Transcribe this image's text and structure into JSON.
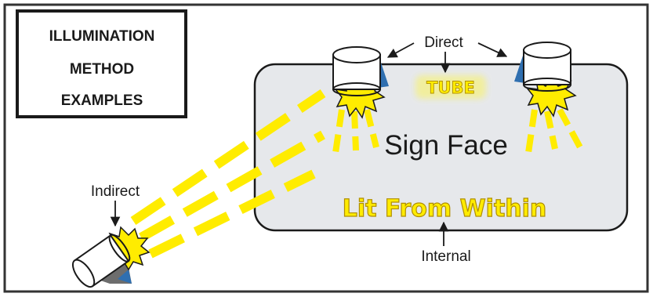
{
  "title": {
    "lines": [
      "ILLUMINATION",
      "METHOD",
      "EXAMPLES"
    ]
  },
  "labels": {
    "direct": "Direct",
    "tube": "TUBE",
    "sign_face": "Sign Face",
    "lit_from_within": "Lit From Within",
    "internal": "Internal",
    "indirect": "Indirect"
  },
  "colors": {
    "light_beam": "#ffec00",
    "text_outline": "#c8a800",
    "sign_fill": "#e6e8eb",
    "tube_glow": "#f2ef9a",
    "lamp_mount": "#2f6fb0",
    "lamp_shadow": "#6d6d6d"
  },
  "icons": [
    "spotlight-icon",
    "spotlight-icon",
    "floodlight-icon",
    "arrow-icon"
  ]
}
